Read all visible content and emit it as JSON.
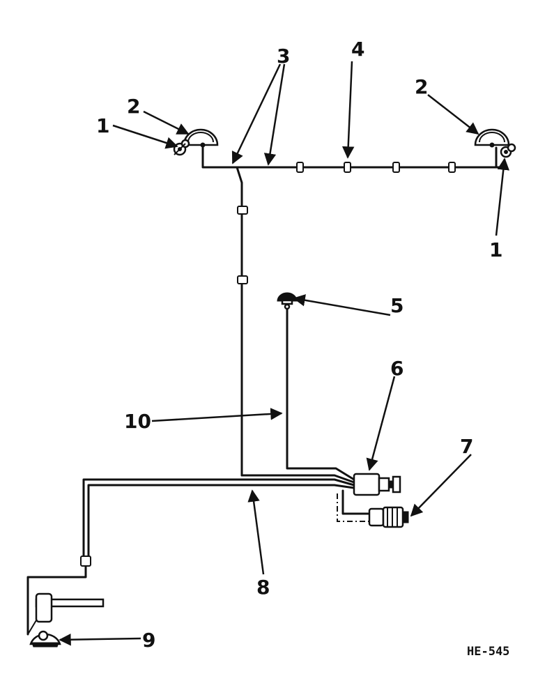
{
  "figure_ref": "HE-545",
  "callouts": {
    "c1_left": "1",
    "c1_right": "1",
    "c2_left": "2",
    "c2_right": "2",
    "c3": "3",
    "c4": "4",
    "c5": "5",
    "c6": "6",
    "c7": "7",
    "c8": "8",
    "c9": "9",
    "c10": "10"
  }
}
